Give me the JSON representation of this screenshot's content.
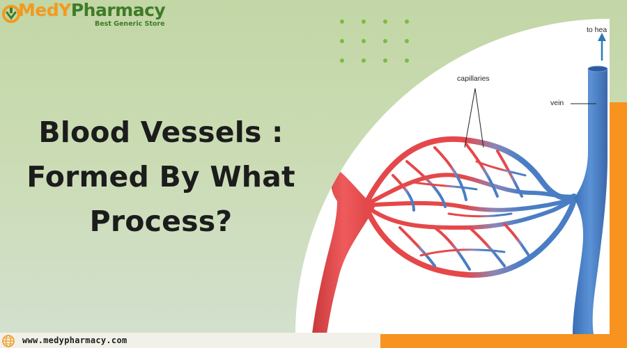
{
  "brand": {
    "name_part1": "MedY",
    "name_part2": "Pharmacy",
    "tagline": "Best Generic Store",
    "orange": "#f29a1f",
    "green": "#3f7b27"
  },
  "headline": {
    "line1": "Blood Vessels :",
    "line2": "Formed By What",
    "line3": "Process?"
  },
  "diagram": {
    "labels": {
      "capillaries": "capillaries",
      "vein": "vein",
      "to_heart": "to hea"
    },
    "colors": {
      "artery": "#e5484a",
      "vein": "#4a7ec4",
      "arrow": "#2a7ab8"
    }
  },
  "footer": {
    "url": "www.medypharmacy.com",
    "icon": "globe-icon"
  },
  "accent_colors": {
    "orange_bar": "#f7931e",
    "dots": "#7dbb3d"
  }
}
